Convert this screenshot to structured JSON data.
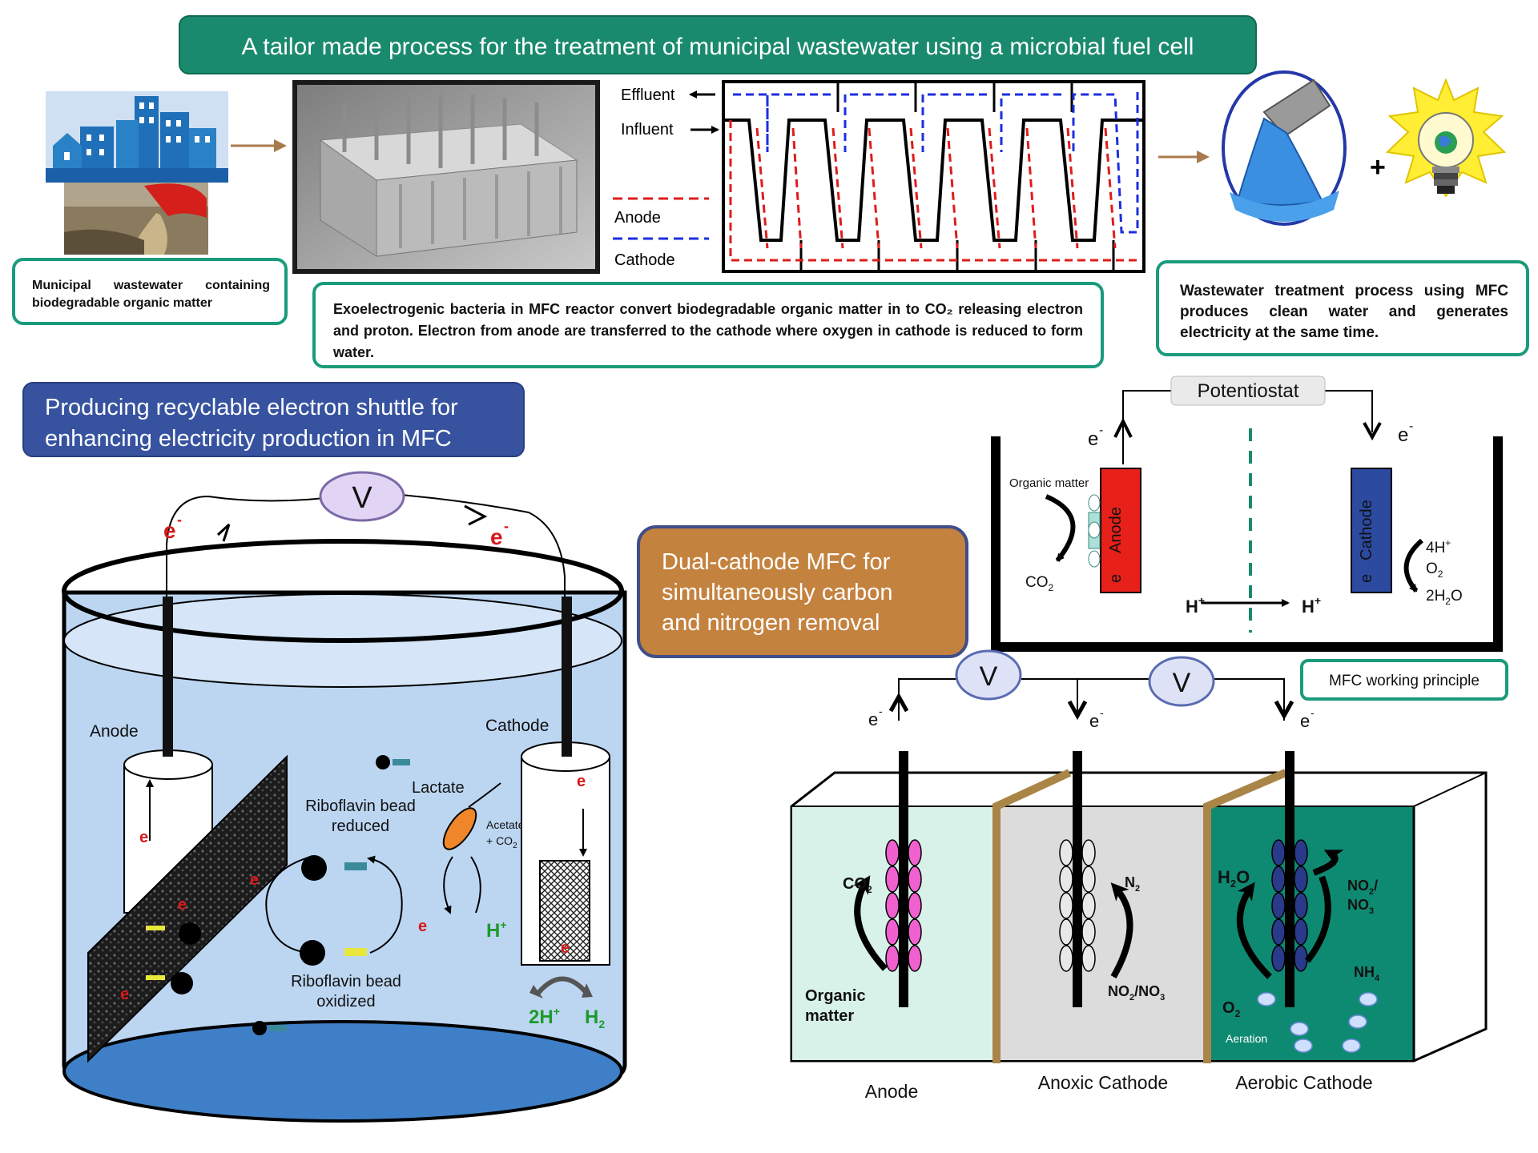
{
  "colors": {
    "teal": "#1a8a6e",
    "teal_border": "#1a9b7b",
    "navy": "#3753a0",
    "orange_box": "#c4823f",
    "anode_red": "#e8201a",
    "cathode_blue": "#2c4aa0",
    "water_blue": "#bcd6f2"
  },
  "banners": {
    "top": "A tailor made process for the treatment of municipal wastewater using a microbial fuel cell",
    "shuttle_line1": "Producing recyclable electron shuttle for",
    "shuttle_line2": "enhancing electricity  production in MFC",
    "dual_line1": "Dual-cathode MFC for",
    "dual_line2": "simultaneously carbon",
    "dual_line3": "and nitrogen removal"
  },
  "captions": {
    "municipal": "Municipal wastewater containing biodegradable organic matter",
    "exo": "Exoelectrogenic bacteria in MFC reactor convert biodegradable organic matter in to CO₂ releasing electron and proton. Electron from anode are transferred to the cathode where oxygen in cathode is reduced to form water.",
    "outcome": "Wastewater treatment process using MFC produces clean water and generates electricity  at the same time.",
    "principle": "MFC working principle"
  },
  "flow": {
    "effluent": "Effluent",
    "influent": "Influent",
    "anode": "Anode",
    "cathode": "Cathode",
    "plus": "+"
  },
  "shuttle": {
    "voltmeter": "V",
    "e": "e",
    "minus": "-",
    "anode": "Anode",
    "cathode": "Cathode",
    "lactate": "Lactate",
    "acetate": "Acetate",
    "co2": "+ CO",
    "two": "2",
    "rb_reduced_1": "Riboflavin bead",
    "rb_reduced_2": "reduced",
    "rb_oxidized_1": "Riboflavin bead",
    "rb_oxidized_2": "oxidized",
    "hplus": "H",
    "plus": "+",
    "twoh": "2H",
    "h2": "H"
  },
  "principle": {
    "potentiostat": "Potentiostat",
    "organic": "Organic matter",
    "anode": "Anode",
    "cathode": "Cathode",
    "co2": "CO",
    "h": "H",
    "h4": "4H",
    "o2": "O",
    "h2o": "2H",
    "o": "O"
  },
  "dual": {
    "v": "V",
    "co2": "CO",
    "n2": "N",
    "no2no3": "NO",
    "no3": "/NO",
    "h2o": "H",
    "o_letter": "O",
    "no2_line": "NO",
    "no3_line": "NO",
    "slash": "/",
    "nh4": "NH",
    "four": "4",
    "o2": "O",
    "aeration": "Aeration",
    "organic1": "Organic",
    "organic2": "matter",
    "anode": "Anode",
    "anoxic": "Anoxic Cathode",
    "aerobic": "Aerobic Cathode"
  }
}
